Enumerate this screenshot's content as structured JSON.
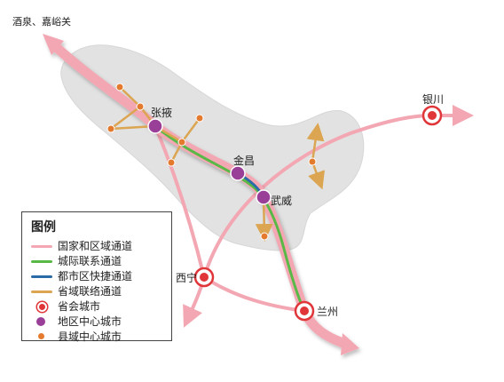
{
  "cities": {
    "jiuquan": "酒泉、嘉峪关",
    "zhangye": "张掖",
    "jinchang": "金昌",
    "wuwei": "武威",
    "yinchuan": "银川",
    "xining": "西宁",
    "lanzhou": "兰州"
  },
  "legend": {
    "title": "图例",
    "items": [
      {
        "label": "国家和区域通道",
        "color": "#f3a7b3"
      },
      {
        "label": "城际联系通道",
        "color": "#5ab847"
      },
      {
        "label": "都市区快捷通道",
        "color": "#2a6aa6"
      },
      {
        "label": "省域联络通道",
        "color": "#dba552"
      },
      {
        "label": "省会城市",
        "color": "#e0363a"
      },
      {
        "label": "地区中心城市",
        "color": "#9a3f98"
      },
      {
        "label": "县域中心城市",
        "color": "#e47a2e"
      }
    ]
  }
}
